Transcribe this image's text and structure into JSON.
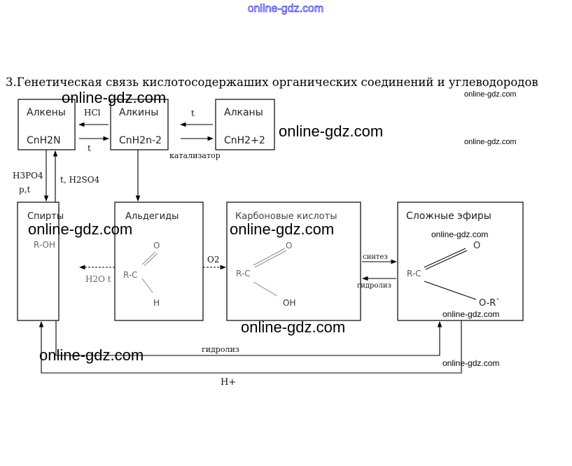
{
  "watermark_top": "online-gdz.com",
  "title": "3.Генетическая связь кислотосодержаших органических соединений и углеводородов",
  "boxes": {
    "alkenes": {
      "name": "Алкены",
      "formula": "CnH2N"
    },
    "alkynes": {
      "name": "Алкины",
      "formula": "CnH2n-2"
    },
    "alkanes": {
      "name": "Алканы",
      "formula": "CnH2+2"
    },
    "alcohols": {
      "name": "Спирты",
      "formula": "R-OH"
    },
    "aldehydes": {
      "name": "Альдегиды",
      "r": "R-C",
      "o": "O",
      "h": "H"
    },
    "acids": {
      "name": "Карбоновые кислоты",
      "r": "R-C",
      "o": "O",
      "oh": "OH"
    },
    "esters": {
      "name": "Сложные эфиры",
      "r": "R-C",
      "o": "O",
      "or": "O-R`"
    }
  },
  "labels": {
    "hcl": "HCl",
    "t1": "t",
    "t2": "t",
    "catalyst": "катализатор",
    "h3po4": "H3PO4",
    "pt": "p,t",
    "h2so4": "t, H2SO4",
    "h2o": "H2O t",
    "o2": "O2",
    "synthesis": "синтез",
    "hydrolysis1": "гидролиз",
    "hydrolysis2": "гидролиз",
    "hplus": "H+"
  },
  "watermarks": [
    "online-gdz.com",
    "online-gdz.com",
    "online-gdz.com",
    "online-gdz.com",
    "online-gdz.com",
    "online-gdz.com",
    "online-gdz.com",
    "online-gdz.com",
    "online-gdz.com",
    "online-gdz.com",
    "online-gdz.com"
  ]
}
